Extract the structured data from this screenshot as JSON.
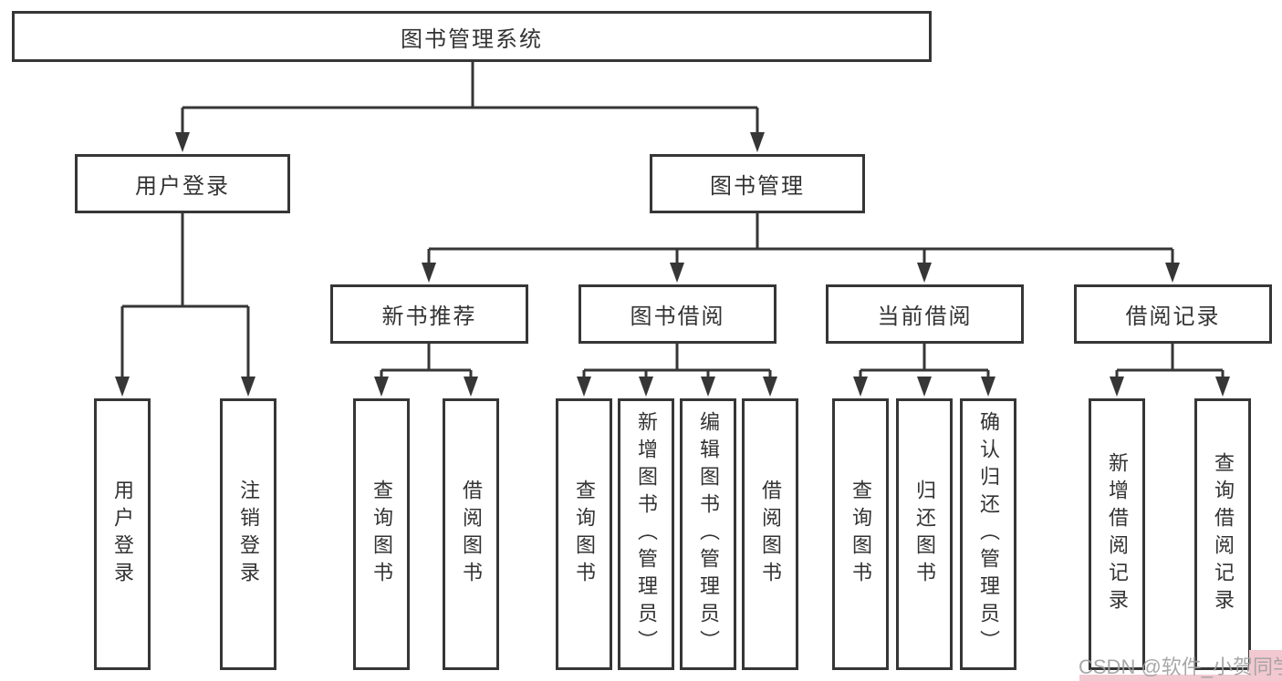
{
  "diagram": {
    "root": {
      "label": "图书管理系统"
    },
    "level2": [
      {
        "label": "用户登录"
      },
      {
        "label": "图书管理"
      }
    ],
    "level3": [
      {
        "label": "新书推荐"
      },
      {
        "label": "图书借阅"
      },
      {
        "label": "当前借阅"
      },
      {
        "label": "借阅记录"
      }
    ],
    "level4": {
      "user_login_children": [
        {
          "label": "用户登录"
        },
        {
          "label": "注销登录"
        }
      ],
      "new_book_rec_children": [
        {
          "label": "查询图书"
        },
        {
          "label": "借阅图书"
        }
      ],
      "book_borrow_children": [
        {
          "label": "查询图书"
        },
        {
          "label": "新增图书（管理员）"
        },
        {
          "label": "编辑图书（管理员）"
        },
        {
          "label": "借阅图书"
        }
      ],
      "current_borrow_children": [
        {
          "label": "查询图书"
        },
        {
          "label": "归还图书"
        },
        {
          "label": "确认归还（管理员）"
        }
      ],
      "borrow_records_children": [
        {
          "label": "新增借阅记录"
        },
        {
          "label": "查询借阅记录"
        }
      ]
    }
  },
  "watermark": {
    "text": "CSDN @软件_小贺同学"
  },
  "colors": {
    "line": "#363636",
    "box_border": "#363636",
    "text": "#333333",
    "background": "#ffffff",
    "watermark_text": "#9e9e9e",
    "watermark_accent": "#f2c9d1"
  }
}
